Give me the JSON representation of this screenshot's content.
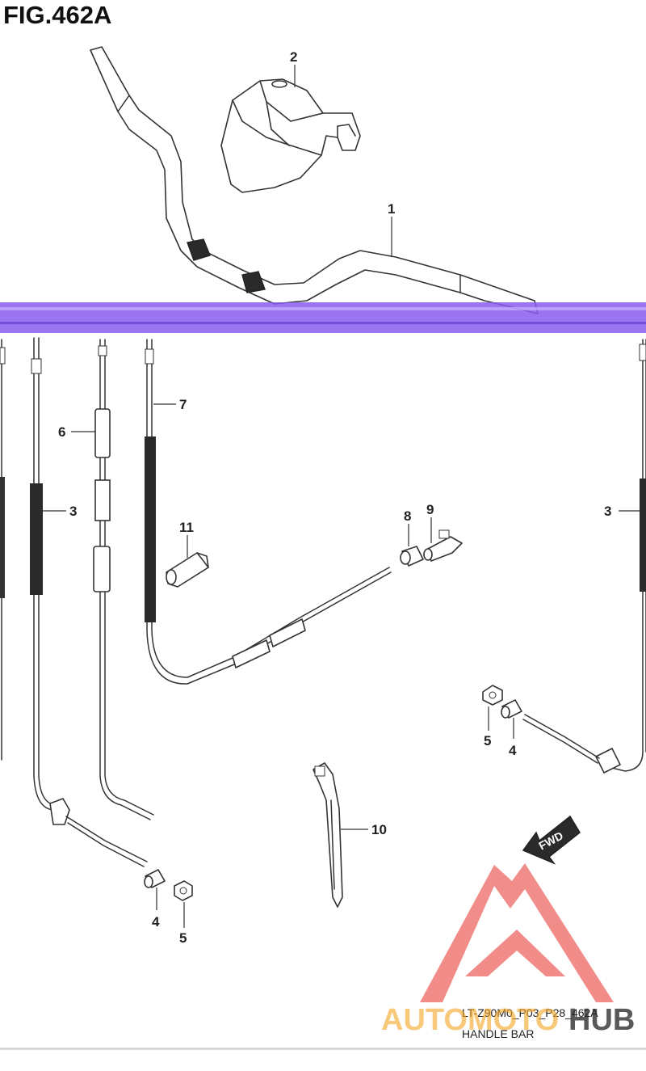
{
  "figure": {
    "title": "FIG.462A"
  },
  "callouts": {
    "handlebar": "1",
    "handlebar_cover": "2",
    "throttle_cable_left": "3",
    "throttle_cable_right": "3",
    "cable_end_left": "4",
    "cable_end_right": "4",
    "nut_left": "5",
    "nut_right": "5",
    "cable_six": "6",
    "cable_seven": "7",
    "cable_joint": "8",
    "adjuster": "9",
    "cable_tie": "10",
    "clamp": "11"
  },
  "fwd_arrow": {
    "label": "FWD"
  },
  "footer": {
    "code": "LT-Z90M0_P03_P28_462A",
    "caption": "HANDLE BAR"
  },
  "watermark": {
    "brand_left": "AUTOMOTO",
    "brand_right": "HUB",
    "color_red": "#e8413c",
    "color_orange": "#f5a524"
  },
  "colors": {
    "band": "#8a5cf0",
    "ink": "#222222"
  }
}
